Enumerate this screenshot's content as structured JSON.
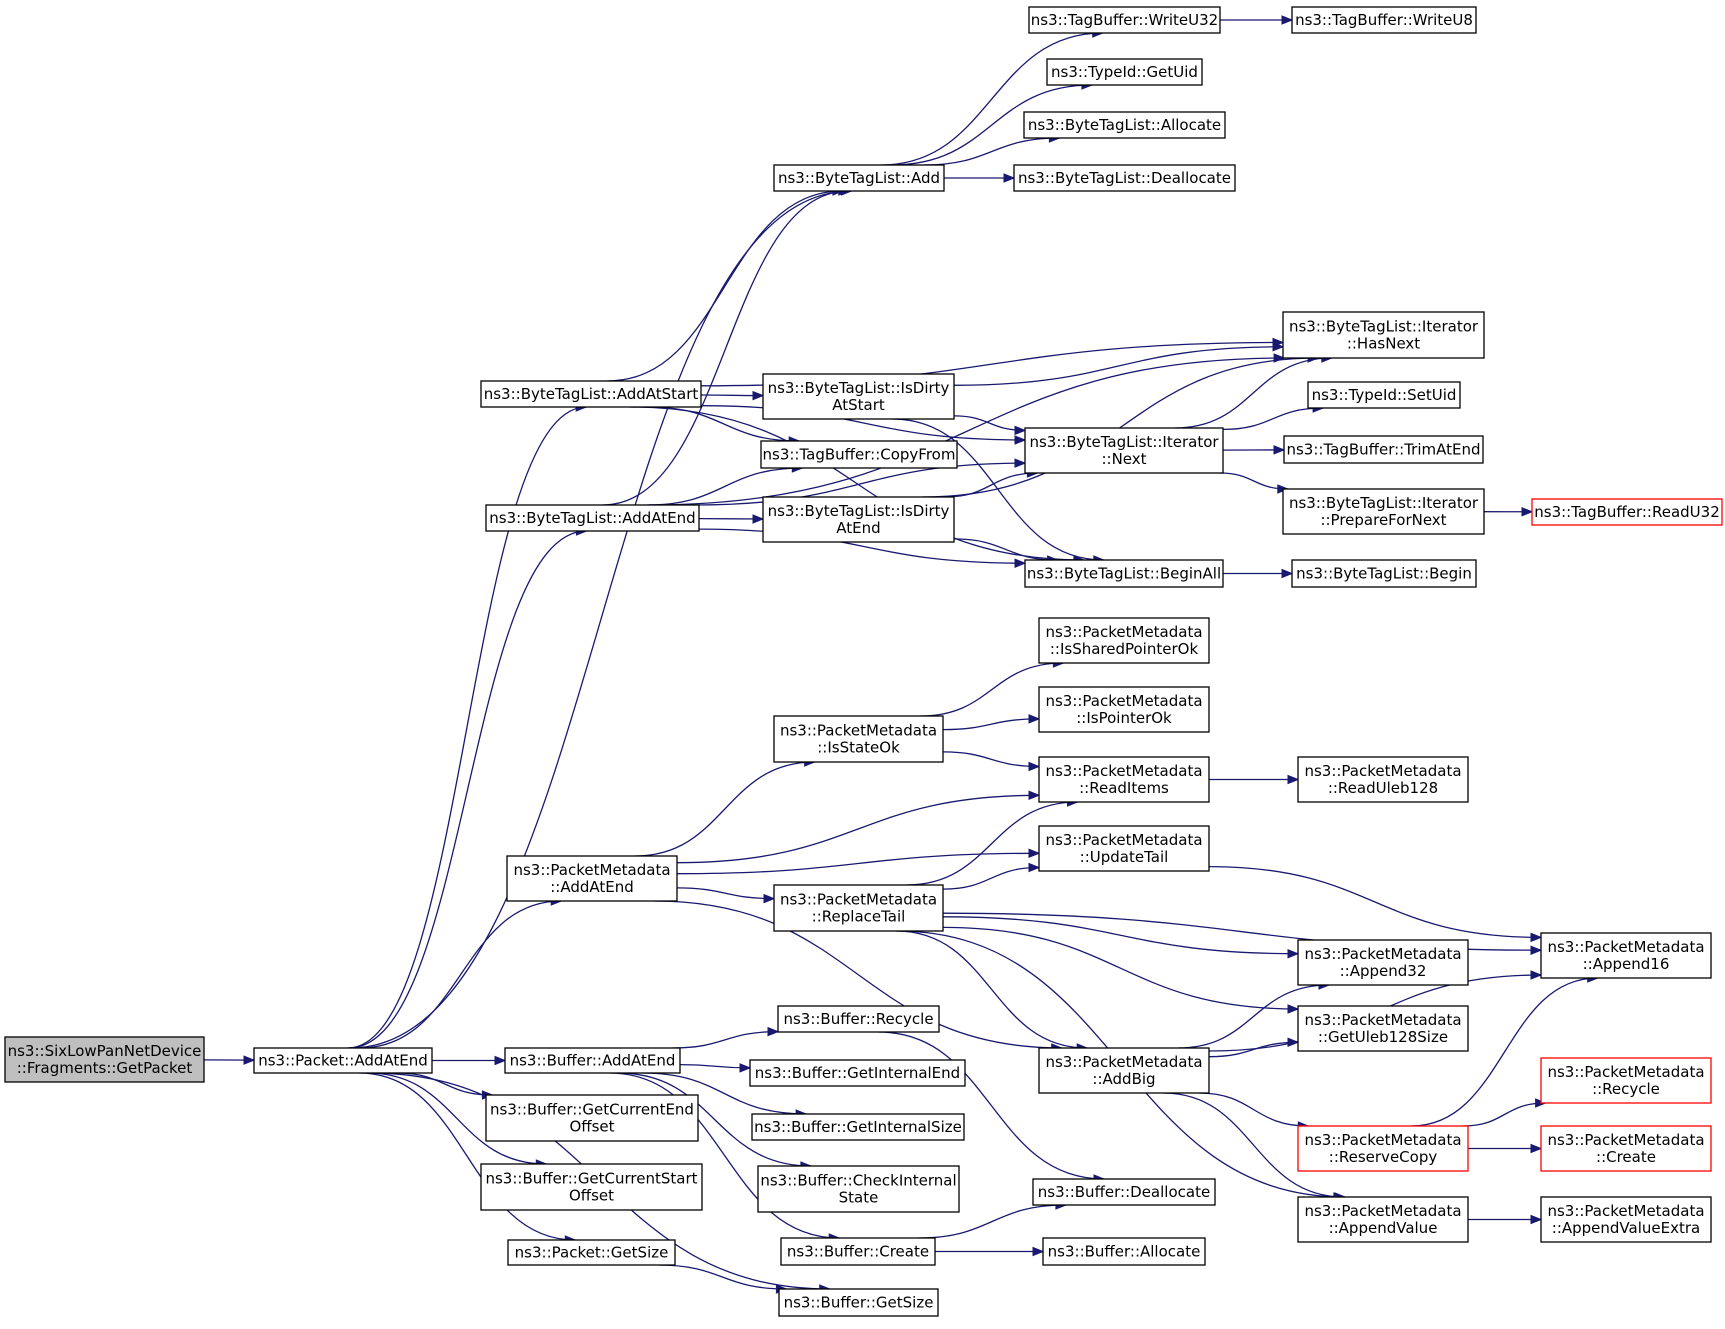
{
  "graph": {
    "title": "",
    "colors": {
      "edge": "#191970",
      "node_border": "#000000",
      "root_fill": "#bfbfbf",
      "truncated_border": "#ff0000"
    },
    "nodes": [
      {
        "id": "getpacket",
        "lines": [
          "ns3::SixLowPanNetDevice",
          "::Fragments::GetPacket"
        ],
        "style": "root"
      },
      {
        "id": "pkt_addatend",
        "lines": [
          "ns3::Packet::AddAtEnd"
        ]
      },
      {
        "id": "btl_addatstart",
        "lines": [
          "ns3::ByteTagList::AddAtStart"
        ]
      },
      {
        "id": "btl_addatend",
        "lines": [
          "ns3::ByteTagList::AddAtEnd"
        ]
      },
      {
        "id": "pm_addatend",
        "lines": [
          "ns3::PacketMetadata",
          "::AddAtEnd"
        ]
      },
      {
        "id": "buf_addatend",
        "lines": [
          "ns3::Buffer::AddAtEnd"
        ]
      },
      {
        "id": "buf_getcurendoff",
        "lines": [
          "ns3::Buffer::GetCurrentEnd",
          "Offset"
        ]
      },
      {
        "id": "buf_getcurstartoff",
        "lines": [
          "ns3::Buffer::GetCurrentStart",
          "Offset"
        ]
      },
      {
        "id": "pkt_getsize",
        "lines": [
          "ns3::Packet::GetSize"
        ]
      },
      {
        "id": "btl_add",
        "lines": [
          "ns3::ByteTagList::Add"
        ]
      },
      {
        "id": "btl_isdirtyatstart",
        "lines": [
          "ns3::ByteTagList::IsDirty",
          "AtStart"
        ]
      },
      {
        "id": "tb_copyfrom",
        "lines": [
          "ns3::TagBuffer::CopyFrom"
        ]
      },
      {
        "id": "btl_isdirtyatend",
        "lines": [
          "ns3::ByteTagList::IsDirty",
          "AtEnd"
        ]
      },
      {
        "id": "pm_isstateok",
        "lines": [
          "ns3::PacketMetadata",
          "::IsStateOk"
        ]
      },
      {
        "id": "pm_replacetail",
        "lines": [
          "ns3::PacketMetadata",
          "::ReplaceTail"
        ]
      },
      {
        "id": "buf_recycle",
        "lines": [
          "ns3::Buffer::Recycle"
        ]
      },
      {
        "id": "buf_getinternalend",
        "lines": [
          "ns3::Buffer::GetInternalEnd"
        ]
      },
      {
        "id": "buf_getinternalsize",
        "lines": [
          "ns3::Buffer::GetInternalSize"
        ]
      },
      {
        "id": "buf_checkinternalstate",
        "lines": [
          "ns3::Buffer::CheckInternal",
          "State"
        ]
      },
      {
        "id": "buf_create",
        "lines": [
          "ns3::Buffer::Create"
        ]
      },
      {
        "id": "buf_getsize",
        "lines": [
          "ns3::Buffer::GetSize"
        ]
      },
      {
        "id": "tb_writeu32",
        "lines": [
          "ns3::TagBuffer::WriteU32"
        ]
      },
      {
        "id": "typeid_getuid",
        "lines": [
          "ns3::TypeId::GetUid"
        ]
      },
      {
        "id": "btl_allocate",
        "lines": [
          "ns3::ByteTagList::Allocate"
        ]
      },
      {
        "id": "btl_deallocate",
        "lines": [
          "ns3::ByteTagList::Deallocate"
        ]
      },
      {
        "id": "btl_it_next",
        "lines": [
          "ns3::ByteTagList::Iterator",
          "::Next"
        ]
      },
      {
        "id": "btl_beginall",
        "lines": [
          "ns3::ByteTagList::BeginAll"
        ]
      },
      {
        "id": "pm_issharedpointerok",
        "lines": [
          "ns3::PacketMetadata",
          "::IsSharedPointerOk"
        ]
      },
      {
        "id": "pm_ispointerok",
        "lines": [
          "ns3::PacketMetadata",
          "::IsPointerOk"
        ]
      },
      {
        "id": "pm_readitems",
        "lines": [
          "ns3::PacketMetadata",
          "::ReadItems"
        ]
      },
      {
        "id": "pm_updatetail",
        "lines": [
          "ns3::PacketMetadata",
          "::UpdateTail"
        ]
      },
      {
        "id": "pm_addbig",
        "lines": [
          "ns3::PacketMetadata",
          "::AddBig"
        ]
      },
      {
        "id": "buf_deallocate",
        "lines": [
          "ns3::Buffer::Deallocate"
        ]
      },
      {
        "id": "buf_allocate",
        "lines": [
          "ns3::Buffer::Allocate"
        ]
      },
      {
        "id": "tb_writeu8",
        "lines": [
          "ns3::TagBuffer::WriteU8"
        ]
      },
      {
        "id": "btl_it_hasnext",
        "lines": [
          "ns3::ByteTagList::Iterator",
          "::HasNext"
        ]
      },
      {
        "id": "typeid_setuid",
        "lines": [
          "ns3::TypeId::SetUid"
        ]
      },
      {
        "id": "tb_trimatend",
        "lines": [
          "ns3::TagBuffer::TrimAtEnd"
        ]
      },
      {
        "id": "btl_it_preparefornext",
        "lines": [
          "ns3::ByteTagList::Iterator",
          "::PrepareForNext"
        ]
      },
      {
        "id": "btl_begin",
        "lines": [
          "ns3::ByteTagList::Begin"
        ]
      },
      {
        "id": "pm_readuleb128",
        "lines": [
          "ns3::PacketMetadata",
          "::ReadUleb128"
        ]
      },
      {
        "id": "pm_append32",
        "lines": [
          "ns3::PacketMetadata",
          "::Append32"
        ]
      },
      {
        "id": "pm_getuleb128size",
        "lines": [
          "ns3::PacketMetadata",
          "::GetUleb128Size"
        ]
      },
      {
        "id": "pm_reservecopy",
        "lines": [
          "ns3::PacketMetadata",
          "::ReserveCopy"
        ],
        "style": "red"
      },
      {
        "id": "pm_appendvalue",
        "lines": [
          "ns3::PacketMetadata",
          "::AppendValue"
        ]
      },
      {
        "id": "tb_readu32",
        "lines": [
          "ns3::TagBuffer::ReadU32"
        ],
        "style": "red"
      },
      {
        "id": "pm_append16",
        "lines": [
          "ns3::PacketMetadata",
          "::Append16"
        ]
      },
      {
        "id": "pm_recycle",
        "lines": [
          "ns3::PacketMetadata",
          "::Recycle"
        ],
        "style": "red"
      },
      {
        "id": "pm_create",
        "lines": [
          "ns3::PacketMetadata",
          "::Create"
        ],
        "style": "red"
      },
      {
        "id": "pm_appendvalueextra",
        "lines": [
          "ns3::PacketMetadata",
          "::AppendValueExtra"
        ]
      }
    ],
    "edges": [
      {
        "from": "getpacket",
        "to": "pkt_addatend"
      },
      {
        "from": "pkt_addatend",
        "to": "btl_add"
      },
      {
        "from": "pkt_addatend",
        "to": "btl_addatstart"
      },
      {
        "from": "pkt_addatend",
        "to": "btl_addatend"
      },
      {
        "from": "pkt_addatend",
        "to": "pm_addatend"
      },
      {
        "from": "pkt_addatend",
        "to": "buf_addatend"
      },
      {
        "from": "pkt_addatend",
        "to": "buf_getcurendoff"
      },
      {
        "from": "pkt_addatend",
        "to": "buf_getcurstartoff"
      },
      {
        "from": "pkt_addatend",
        "to": "pkt_getsize"
      },
      {
        "from": "pkt_addatend",
        "to": "buf_getsize"
      },
      {
        "from": "btl_add",
        "to": "tb_writeu32"
      },
      {
        "from": "btl_add",
        "to": "typeid_getuid"
      },
      {
        "from": "btl_add",
        "to": "btl_allocate"
      },
      {
        "from": "btl_add",
        "to": "btl_deallocate"
      },
      {
        "from": "tb_writeu32",
        "to": "tb_writeu8"
      },
      {
        "from": "btl_addatstart",
        "to": "btl_add"
      },
      {
        "from": "btl_addatstart",
        "to": "btl_isdirtyatstart"
      },
      {
        "from": "btl_addatstart",
        "to": "tb_copyfrom"
      },
      {
        "from": "btl_addatstart",
        "to": "btl_it_next"
      },
      {
        "from": "btl_addatstart",
        "to": "btl_beginall"
      },
      {
        "from": "btl_addatstart",
        "to": "btl_it_hasnext"
      },
      {
        "from": "btl_isdirtyatstart",
        "to": "btl_it_hasnext"
      },
      {
        "from": "btl_isdirtyatstart",
        "to": "btl_it_next"
      },
      {
        "from": "btl_isdirtyatstart",
        "to": "btl_beginall"
      },
      {
        "from": "btl_addatend",
        "to": "btl_add"
      },
      {
        "from": "btl_addatend",
        "to": "tb_copyfrom"
      },
      {
        "from": "btl_addatend",
        "to": "btl_isdirtyatend"
      },
      {
        "from": "btl_addatend",
        "to": "btl_it_hasnext"
      },
      {
        "from": "btl_addatend",
        "to": "btl_it_next"
      },
      {
        "from": "btl_addatend",
        "to": "btl_beginall"
      },
      {
        "from": "btl_isdirtyatend",
        "to": "btl_it_hasnext"
      },
      {
        "from": "btl_isdirtyatend",
        "to": "btl_it_next"
      },
      {
        "from": "btl_isdirtyatend",
        "to": "btl_beginall"
      },
      {
        "from": "btl_it_next",
        "to": "btl_it_hasnext"
      },
      {
        "from": "btl_it_next",
        "to": "typeid_setuid"
      },
      {
        "from": "btl_it_next",
        "to": "tb_trimatend"
      },
      {
        "from": "btl_it_next",
        "to": "btl_it_preparefornext"
      },
      {
        "from": "btl_it_preparefornext",
        "to": "tb_readu32"
      },
      {
        "from": "btl_beginall",
        "to": "btl_begin"
      },
      {
        "from": "pm_addatend",
        "to": "pm_isstateok"
      },
      {
        "from": "pm_addatend",
        "to": "pm_readitems"
      },
      {
        "from": "pm_addatend",
        "to": "pm_updatetail"
      },
      {
        "from": "pm_addatend",
        "to": "pm_replacetail"
      },
      {
        "from": "pm_addatend",
        "to": "pm_addbig"
      },
      {
        "from": "pm_isstateok",
        "to": "pm_issharedpointerok"
      },
      {
        "from": "pm_isstateok",
        "to": "pm_ispointerok"
      },
      {
        "from": "pm_isstateok",
        "to": "pm_readitems"
      },
      {
        "from": "pm_readitems",
        "to": "pm_readuleb128"
      },
      {
        "from": "pm_updatetail",
        "to": "pm_append16"
      },
      {
        "from": "pm_replacetail",
        "to": "pm_readitems"
      },
      {
        "from": "pm_replacetail",
        "to": "pm_updatetail"
      },
      {
        "from": "pm_replacetail",
        "to": "pm_append16"
      },
      {
        "from": "pm_replacetail",
        "to": "pm_append32"
      },
      {
        "from": "pm_replacetail",
        "to": "pm_getuleb128size"
      },
      {
        "from": "pm_replacetail",
        "to": "pm_addbig"
      },
      {
        "from": "pm_replacetail",
        "to": "pm_appendvalue"
      },
      {
        "from": "pm_addbig",
        "to": "pm_append32"
      },
      {
        "from": "pm_addbig",
        "to": "pm_getuleb128size"
      },
      {
        "from": "pm_addbig",
        "to": "pm_append16"
      },
      {
        "from": "pm_addbig",
        "to": "pm_reservecopy"
      },
      {
        "from": "pm_addbig",
        "to": "pm_appendvalue"
      },
      {
        "from": "pm_reservecopy",
        "to": "pm_append16"
      },
      {
        "from": "pm_reservecopy",
        "to": "pm_recycle"
      },
      {
        "from": "pm_reservecopy",
        "to": "pm_create"
      },
      {
        "from": "pm_appendvalue",
        "to": "pm_appendvalueextra"
      },
      {
        "from": "buf_addatend",
        "to": "buf_recycle"
      },
      {
        "from": "buf_addatend",
        "to": "buf_getinternalend"
      },
      {
        "from": "buf_addatend",
        "to": "buf_getinternalsize"
      },
      {
        "from": "buf_addatend",
        "to": "buf_checkinternalstate"
      },
      {
        "from": "buf_addatend",
        "to": "buf_create"
      },
      {
        "from": "buf_recycle",
        "to": "buf_deallocate"
      },
      {
        "from": "buf_create",
        "to": "buf_deallocate"
      },
      {
        "from": "buf_create",
        "to": "buf_allocate"
      },
      {
        "from": "pkt_getsize",
        "to": "buf_getsize"
      }
    ]
  }
}
